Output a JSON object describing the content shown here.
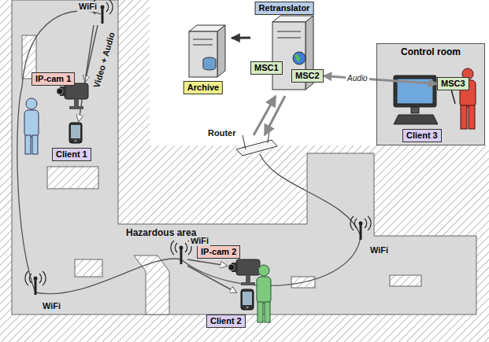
{
  "diagram": {
    "nodes": [
      {
        "text": [
          "IP-cam 1"
        ]
      },
      {
        "text": [
          "Client 1"
        ]
      },
      {
        "text": [
          "Retranslator"
        ]
      },
      {
        "text": [
          "MSC1"
        ],
        "in": 2
      },
      {
        "text": [
          "MSC2"
        ],
        "in": 2
      },
      {
        "text": [
          "Archive"
        ]
      },
      {
        "text": [
          "Control room"
        ]
      },
      {
        "text": [
          "MSC3"
        ],
        "in": 6
      },
      {
        "text": [
          "Client 3"
        ],
        "in": 6
      },
      {
        "text": [
          "IP-cam 2"
        ]
      },
      {
        "text": [
          "Client 2"
        ]
      }
    ],
    "edges": [
      {
        "from": 2,
        "to": 5,
        "arrow": "to"
      },
      {
        "from": 7,
        "to": 4,
        "label": "Audio",
        "arrow": "both"
      }
    ],
    "labels": [
      "WiFi",
      "WiFi",
      "WiFi",
      "WiFi",
      "Video + Audio",
      "Router",
      "Hazardous area"
    ]
  }
}
